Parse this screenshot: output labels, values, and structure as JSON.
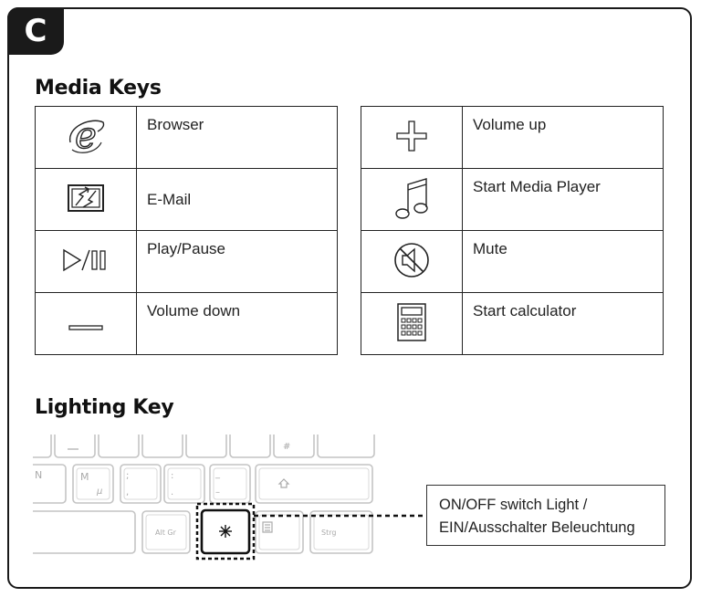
{
  "badge": "C",
  "media_heading": "Media Keys",
  "lighting_heading": "Lighting Key",
  "left_table": [
    {
      "icon": "internet-explorer-icon",
      "label": "Browser"
    },
    {
      "icon": "email-icon",
      "label": "E-Mail"
    },
    {
      "icon": "play-pause-icon",
      "label": "Play/Pause"
    },
    {
      "icon": "volume-down-icon",
      "label": "Volume down"
    }
  ],
  "right_table": [
    {
      "icon": "volume-up-icon",
      "label": "Volume up"
    },
    {
      "icon": "music-note-icon",
      "label": "Start Media Player"
    },
    {
      "icon": "mute-icon",
      "label": "Mute"
    },
    {
      "icon": "calculator-icon",
      "label": "Start calculator"
    }
  ],
  "keyboard": {
    "key_n": "N",
    "key_m": "M",
    "key_mu": "µ",
    "key_semicolon": ";",
    "key_comma": ",",
    "key_colon": ":",
    "key_period": ".",
    "key_underscore": "_",
    "key_dash": "–",
    "key_hash": "#",
    "key_altgr": "Alt Gr",
    "key_strg": "Strg"
  },
  "callout": {
    "line1": "ON/OFF switch Light /",
    "line2": "EIN/Ausschalter Beleuchtung"
  }
}
